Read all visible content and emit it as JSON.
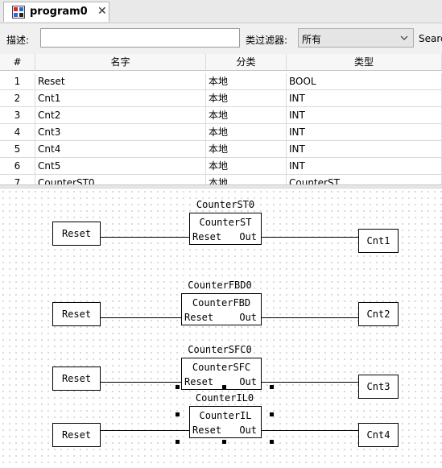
{
  "tab": {
    "label": "program0",
    "close": "✕",
    "icon": "program-icon"
  },
  "filter": {
    "desc_label": "描述:",
    "desc_value": "",
    "category_label": "类过滤器:",
    "category_value": "所有",
    "search_label": "Searc"
  },
  "table": {
    "headers": [
      "#",
      "名字",
      "分类",
      "类型"
    ],
    "rows": [
      [
        "1",
        "Reset",
        "本地",
        "BOOL"
      ],
      [
        "2",
        "Cnt1",
        "本地",
        "INT"
      ],
      [
        "3",
        "Cnt2",
        "本地",
        "INT"
      ],
      [
        "4",
        "Cnt3",
        "本地",
        "INT"
      ],
      [
        "5",
        "Cnt4",
        "本地",
        "INT"
      ],
      [
        "6",
        "Cnt5",
        "本地",
        "INT"
      ],
      [
        "7",
        "CounterST0",
        "本地",
        "CounterST"
      ]
    ]
  },
  "diagram": {
    "blocks": [
      {
        "instance": "CounterST0",
        "type": "CounterST",
        "in_pin": "Reset",
        "out_pin": "Out",
        "input_var": "Reset",
        "output_var": "Cnt1"
      },
      {
        "instance": "CounterFBD0",
        "type": "CounterFBD",
        "in_pin": "Reset",
        "out_pin": "Out",
        "input_var": "Reset",
        "output_var": "Cnt2"
      },
      {
        "instance": "CounterSFC0",
        "type": "CounterSFC",
        "in_pin": "Reset",
        "out_pin": "Out",
        "input_var": "Reset",
        "output_var": "Cnt3"
      },
      {
        "instance": "CounterIL0",
        "type": "CounterIL",
        "in_pin": "Reset",
        "out_pin": "Out",
        "input_var": "Reset",
        "output_var": "Cnt4"
      }
    ]
  }
}
